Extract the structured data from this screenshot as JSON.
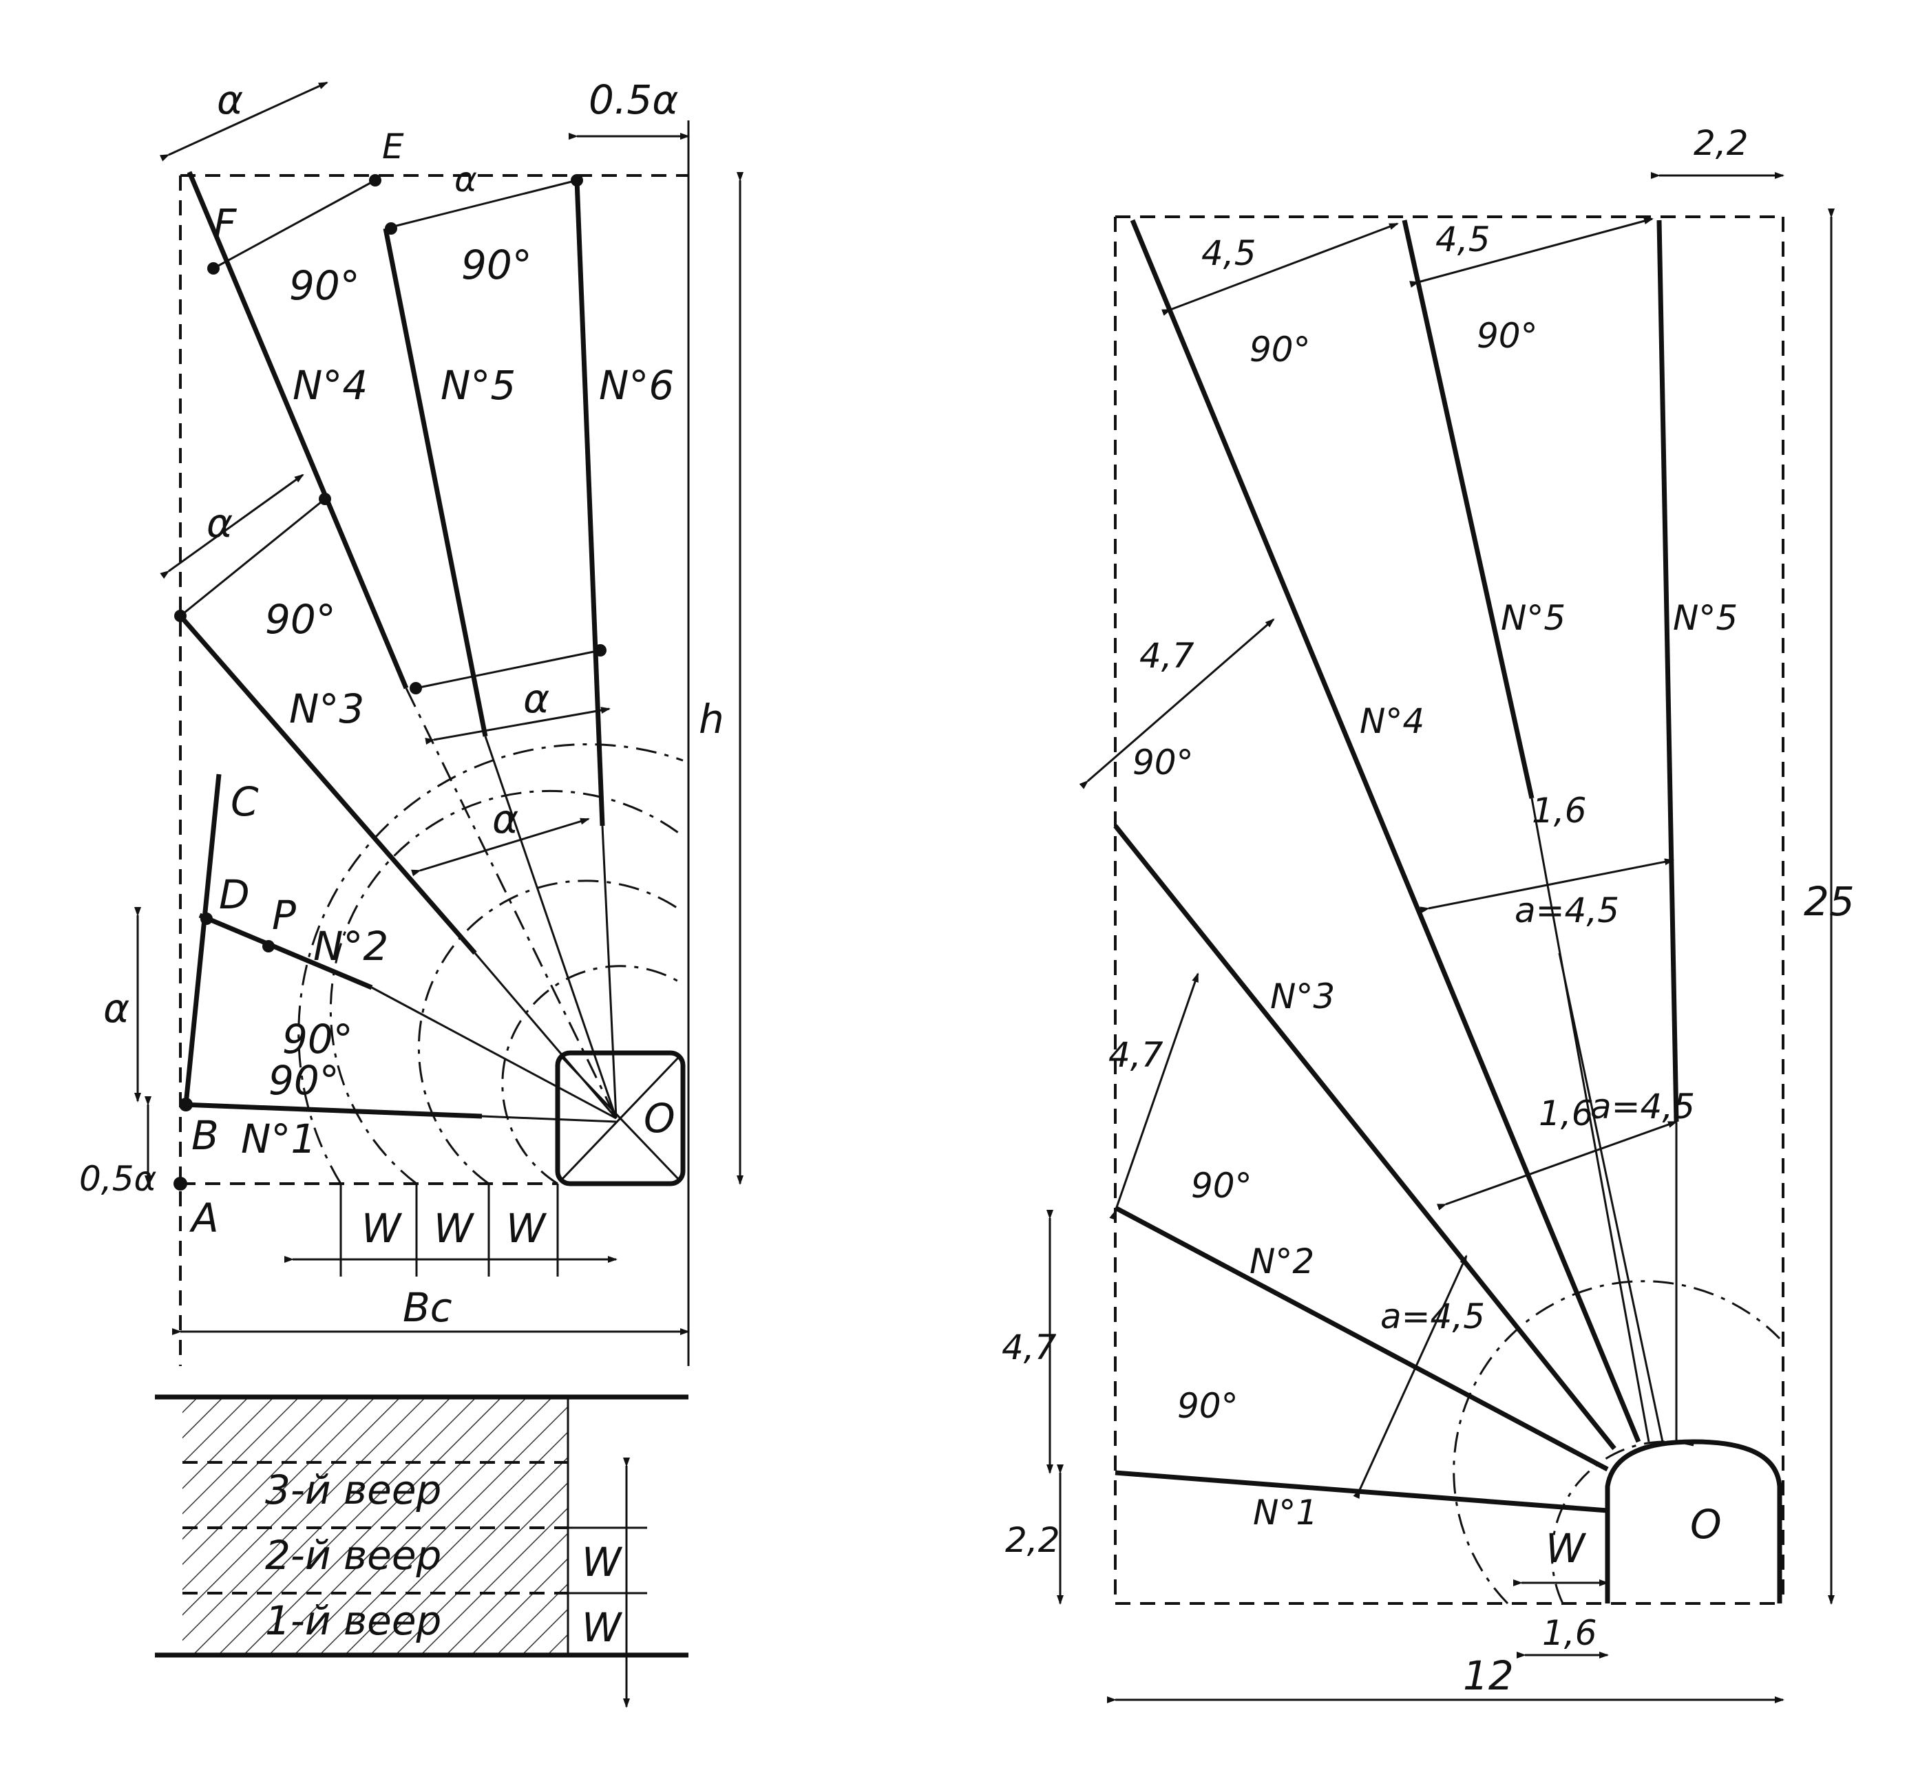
{
  "left": {
    "points": {
      "F": "F",
      "E": "E",
      "C": "C",
      "D": "D",
      "P": "P",
      "B": "B",
      "A": "A",
      "O": "O"
    },
    "rows": {
      "n1": "N°1",
      "n2": "N°2",
      "n3": "N°3",
      "n4": "N°4",
      "n5": "N°5",
      "n6": "N°6"
    },
    "dims": {
      "a": "α",
      "half_a": "0,5α",
      "top_half_a": "0.5α",
      "h": "h",
      "bc": "Bc",
      "w": "W",
      "right_angle": "90°"
    },
    "fans": {
      "fan3": "3-й веер",
      "fan2": "2-й веер",
      "fan1": "1-й веер"
    }
  },
  "right": {
    "rows": {
      "n1": "N°1",
      "n2": "N°2",
      "n3": "N°3",
      "n4": "N°4",
      "n5a": "N°5",
      "n5b": "N°5"
    },
    "dims": {
      "top_22": "2,2",
      "s45a": "4,5",
      "s45b": "4,5",
      "h25": "25",
      "s47top": "4,7",
      "s47mid": "4,7",
      "s47left": "4,7",
      "side22": "2,2",
      "w12": "12",
      "w16": "1,6",
      "w": "W",
      "a45_top": "a=4,5",
      "a45_mid": "a=4,5",
      "a45_bot": "a=4,5",
      "g16a": "1,6",
      "g16b": "1,6",
      "O": "O",
      "right_angle": "90°"
    }
  }
}
